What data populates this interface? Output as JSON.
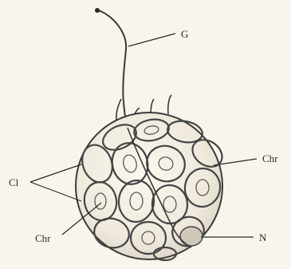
{
  "labels": {
    "flagellum": "G",
    "chromatophore_right": "Chr",
    "cell_surface": "Cl",
    "chromatophore_left": "Chr",
    "nucleus": "N"
  }
}
